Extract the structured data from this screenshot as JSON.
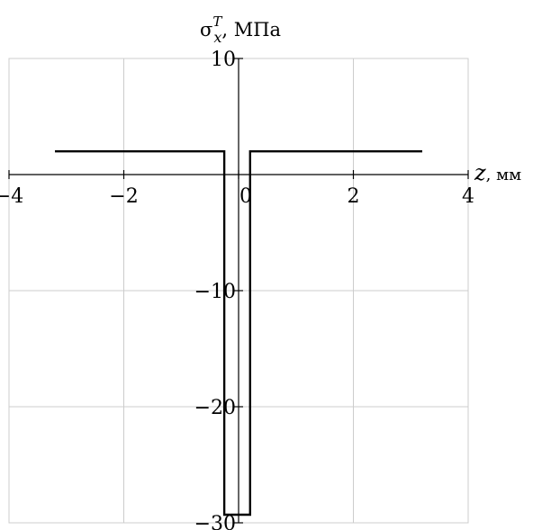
{
  "chart_data": {
    "type": "line",
    "xlabel": {
      "symbol": "z",
      "unit": ", мм"
    },
    "ylabel": {
      "symbol": "σ",
      "sup": "T",
      "sub": "x",
      "unit": ", МПа"
    },
    "xlim": [
      -4,
      4
    ],
    "ylim": [
      -30,
      10
    ],
    "grid": true,
    "x_ticks": [
      -4,
      -2,
      0,
      2,
      4
    ],
    "y_ticks": [
      10,
      -10,
      -20,
      -30
    ],
    "x_tick_labels": [
      "−4",
      "−2",
      "0",
      "2",
      "4"
    ],
    "y_tick_labels": [
      "10",
      "−10",
      "−20",
      "−30"
    ],
    "series": [
      {
        "x": [
          -3.2,
          -0.25,
          -0.25,
          -0.15,
          -0.15
        ],
        "y": [
          2,
          2,
          -29.3,
          -29.3,
          -29.3
        ]
      },
      {
        "x": [
          -0.15,
          0.2,
          0.2,
          3.2
        ],
        "y": [
          -29.3,
          -29.3,
          2,
          2
        ]
      }
    ]
  }
}
